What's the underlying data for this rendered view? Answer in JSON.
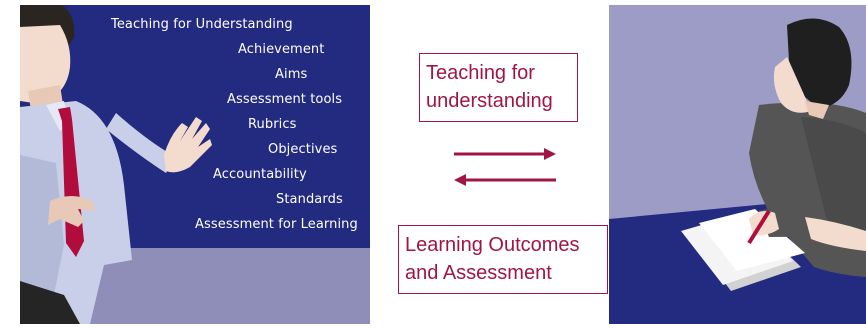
{
  "diagram": {
    "left_panel": {
      "terms": [
        "Teaching for Understanding",
        "Achievement",
        "Aims",
        "Assessment tools",
        "Rubrics",
        "Objectives",
        "Accountability",
        "Standards",
        "Assessment for Learning"
      ],
      "colors": {
        "board": "#232b80",
        "floor": "#8e8eb9",
        "tie": "#b00d3c",
        "shirt": "#c9cfe8"
      }
    },
    "center": {
      "top_box": {
        "line1": "Teaching for",
        "line2": "understanding"
      },
      "bottom_box": {
        "line1": "Learning Outcomes",
        "line2": "and Assessment"
      },
      "accent_color": "#a01642"
    },
    "right_panel": {
      "colors": {
        "wall": "#9c9cc7",
        "desk": "#232b80",
        "sweater": "#555555",
        "hair": "#1f1f1f",
        "pen": "#b00d3c"
      }
    }
  }
}
